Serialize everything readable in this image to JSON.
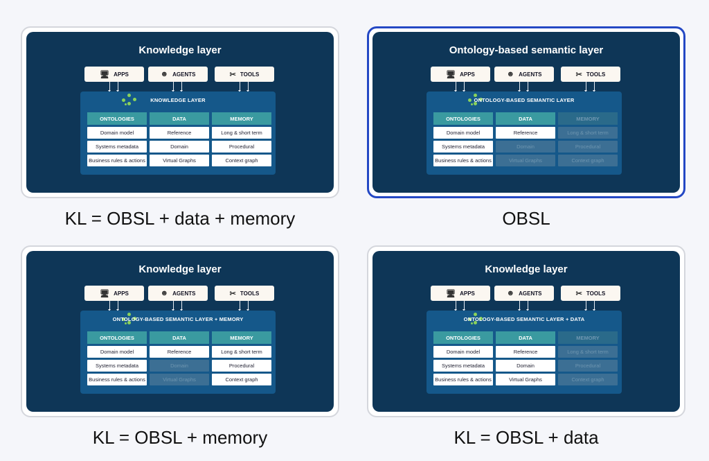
{
  "panels": [
    {
      "title": "Knowledge layer",
      "caption": "KL = OBSL + data + memory",
      "layer_title": "KNOWLEDGE LAYER",
      "selected": false,
      "memory_dim": false,
      "data_dim_cells": [],
      "memory_dim_cells": []
    },
    {
      "title": "Ontology-based semantic layer",
      "caption": "OBSL",
      "layer_title": "ONTOLOGY-BASED SEMANTIC LAYER",
      "selected": true,
      "memory_dim": true,
      "data_dim_cells": [
        1,
        2
      ],
      "memory_dim_cells": [
        0,
        1,
        2
      ]
    },
    {
      "title": "Knowledge layer",
      "caption": "KL = OBSL + memory",
      "layer_title": "ONTOLOGY-BASED SEMANTIC LAYER + MEMORY",
      "selected": false,
      "memory_dim": false,
      "data_dim_cells": [
        1,
        2
      ],
      "memory_dim_cells": []
    },
    {
      "title": "Knowledge layer",
      "caption": "KL = OBSL + data",
      "layer_title": "ONTOLOGY-BASED SEMANTIC LAYER + DATA",
      "selected": false,
      "memory_dim": true,
      "data_dim_cells": [],
      "memory_dim_cells": [
        0,
        1,
        2
      ]
    }
  ],
  "clients": [
    {
      "label": "APPS",
      "icon": "app-window-icon"
    },
    {
      "label": "AGENTS",
      "icon": "agent-head-icon"
    },
    {
      "label": "TOOLS",
      "icon": "tools-icon"
    }
  ],
  "columns": [
    {
      "header": "ONTOLOGIES",
      "cells": [
        "Domain model",
        "Systems metadata",
        "Business rules & actions"
      ]
    },
    {
      "header": "DATA",
      "cells": [
        "Reference",
        "Domain",
        "Virtual Graphs"
      ]
    },
    {
      "header": "MEMORY",
      "cells": [
        "Long & short term",
        "Procedural",
        "Context graph"
      ]
    }
  ],
  "colors": {
    "panel": "#0e3657",
    "layer": "#15588a",
    "header": "#3a9aa0",
    "selected_border": "#2448c4"
  }
}
